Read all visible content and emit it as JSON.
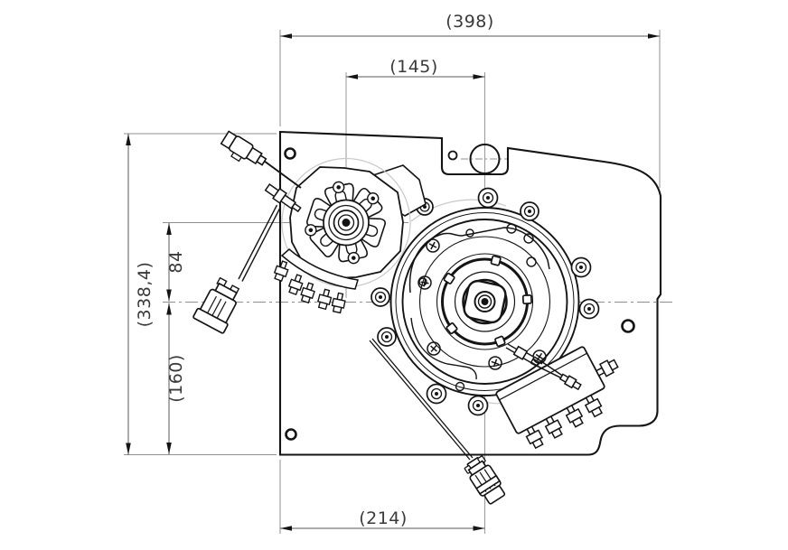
{
  "drawing": {
    "kind": "technical-cad-drawing",
    "view": "front-view-drive-assembly",
    "units_note": "mm",
    "dims": {
      "d398": "(398)",
      "d145": "(145)",
      "d3384": "(338,4)",
      "d84": "84",
      "d160": "(160)",
      "d214": "(214)"
    },
    "colors": {
      "background": "#ffffff",
      "part_edges": "#141414",
      "dimension_lines": "#5a5a5a",
      "centerlines": "#8f8f8f",
      "ghost_lines": "#c9c9c9"
    }
  }
}
